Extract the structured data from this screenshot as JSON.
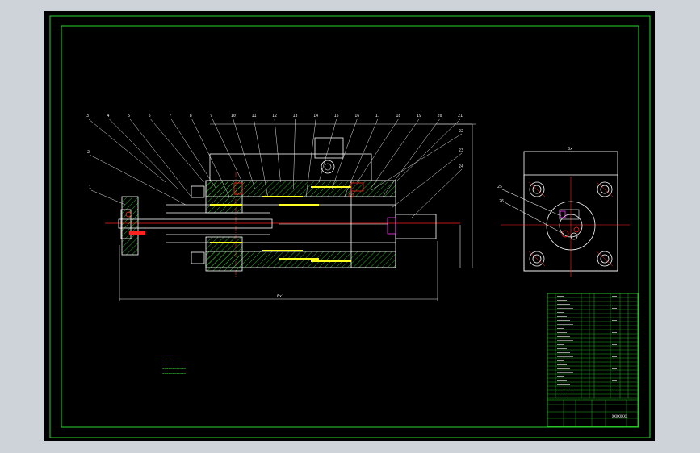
{
  "drawing": {
    "part_labels_top": [
      "3",
      "4",
      "5",
      "6",
      "7",
      "8",
      "9",
      "10",
      "11",
      "12",
      "13",
      "14",
      "15",
      "16",
      "17",
      "18",
      "19",
      "20",
      "21"
    ],
    "part_labels_left": [
      "2",
      "1"
    ],
    "part_labels_right": [
      "22",
      "23",
      "24"
    ],
    "side_view_labels": [
      "25",
      "26"
    ],
    "overall_dimension": "6x1",
    "side_view_top_dimension": "8x",
    "tech_notes": [
      "~~~~",
      "~~~~~~~~~~~~",
      "~~~~~~~~~~~~",
      "~~~~~~~~~~~~"
    ],
    "title_block_name": "XXXXXXXX"
  },
  "colors": {
    "frame": "#2bd92b",
    "section_outline": "#ffffff",
    "hatch": "#2bd92b",
    "centerline": "#ff2020",
    "leader": "#e6e6e6",
    "seal": "#ffff20",
    "dimension": "#e6e6e6",
    "background": "#000000"
  }
}
